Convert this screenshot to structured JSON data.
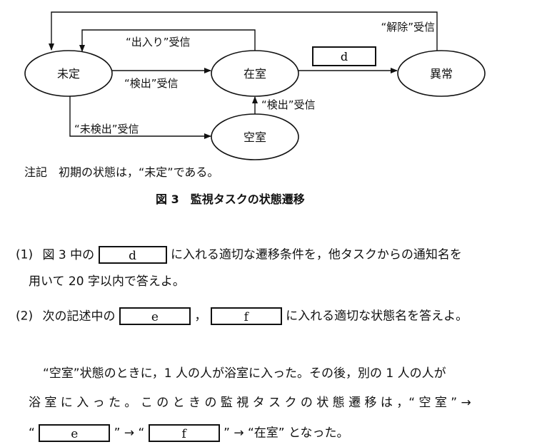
{
  "diagram": {
    "states": {
      "mitei": "未定",
      "zaishitsu": "在室",
      "ijou": "異常",
      "kuushitsu": "空室"
    },
    "edges": {
      "release": "“解除”受信",
      "enter_exit": "“出入り”受信",
      "detect_top": "“検出”受信",
      "detect_right": "“検出”受信",
      "not_detect": "“未検出”受信"
    },
    "box_d": "d"
  },
  "note": "注記　初期の状態は，“未定”である。",
  "caption": "図 3　監視タスクの状態遷移",
  "q1": {
    "num": "(1)",
    "pre": "図 3 中の",
    "box": "d",
    "post": "に入れる適切な遷移条件を，他タスクからの通知名を",
    "line2": "用いて 20 字以内で答えよ。"
  },
  "q2": {
    "num": "(2)",
    "pre": "次の記述中の",
    "box_e": "e",
    "comma": "，",
    "box_f": "f",
    "post": "に入れる適切な状態名を答えよ。"
  },
  "passage": {
    "line1": "“空室”状態のときに，1 人の人が浴室に入った。その後，別の 1 人の人が",
    "line2": "浴 室 に 入 っ た 。 こ の と き の 監 視 タ ス ク の 状 態 遷 移 は ，“ 空 室 ” →",
    "line3_open1": "“",
    "box_e": "e",
    "line3_mid": "” → “",
    "box_f": "f",
    "line3_end": "” → “在室” となった。"
  }
}
